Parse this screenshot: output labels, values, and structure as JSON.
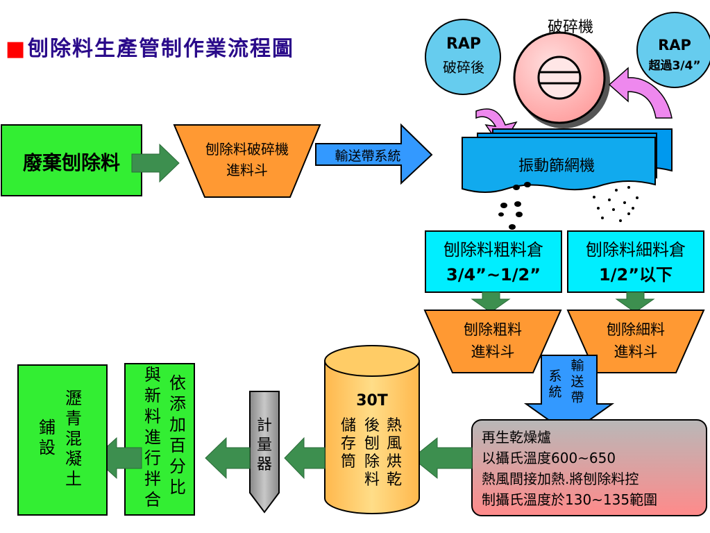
{
  "title": {
    "marker": "■",
    "text": "刨除料生產管制作業流程圖"
  },
  "nodes": {
    "waste_material": "廢棄刨除料",
    "crusher_hopper": [
      "刨除料破碎機",
      "進料斗"
    ],
    "conveyor_belt": "輸送帶系統",
    "crusher_label": "破碎機",
    "rap_crushed": [
      "RAP",
      "破碎後"
    ],
    "rap_oversize": [
      "RAP",
      "超過3/4”"
    ],
    "vibrating_screen": "振動篩網機",
    "coarse_bin": [
      "刨除料粗料倉",
      "3/4”~1/2”"
    ],
    "fine_bin": [
      "刨除料細料倉",
      "1/2”以下"
    ],
    "coarse_hopper": [
      "刨除粗料",
      "進料斗"
    ],
    "fine_hopper": [
      "刨除細料",
      "進料斗"
    ],
    "conveyor_down": [
      "輸",
      "送",
      "帶",
      "系",
      "統"
    ],
    "dryer": [
      "再生乾燥爐",
      "以攝氏溫度600~650",
      "熱風間接加熱.將刨除料控",
      "制攝氏溫度於130~135範圍"
    ],
    "storage": {
      "capacity": "30T",
      "columns": [
        [
          "熱",
          "風",
          "烘",
          "乾"
        ],
        [
          "後",
          "刨",
          "除",
          "料"
        ],
        [
          "儲",
          "存",
          "筒"
        ]
      ]
    },
    "meter": [
      "計",
      "量",
      "器"
    ],
    "mixing": {
      "columns": [
        [
          "依",
          "添",
          "加",
          "百",
          "分",
          "比"
        ],
        [
          "與",
          "新",
          "料",
          "進",
          "行",
          "拌",
          "合"
        ]
      ]
    },
    "paving": {
      "columns": [
        [
          "瀝",
          "青",
          "混",
          "凝",
          "土"
        ],
        [
          "鋪",
          "設"
        ]
      ]
    }
  },
  "colors": {
    "title_marker": "#ff0000",
    "title_text": "#2a0a8a",
    "green_box": "#33ee33",
    "orange": "#ff9933",
    "blue_arrow": "#3399ff",
    "cyan": "#11ccee",
    "screen_blue": "#0099ee",
    "green_arrow": "#3d8f4f",
    "bin_cyan": "#00eeff",
    "storage_yellow": "#ffcc66",
    "meter_gray": "#aaaaaa",
    "rap_circle": "#66ccee",
    "rap_arrow": "#ee88ee",
    "crusher_pink": "#ffbbbb",
    "dryer_top": "#bbbbbb",
    "dryer_bottom": "#ff8888"
  }
}
